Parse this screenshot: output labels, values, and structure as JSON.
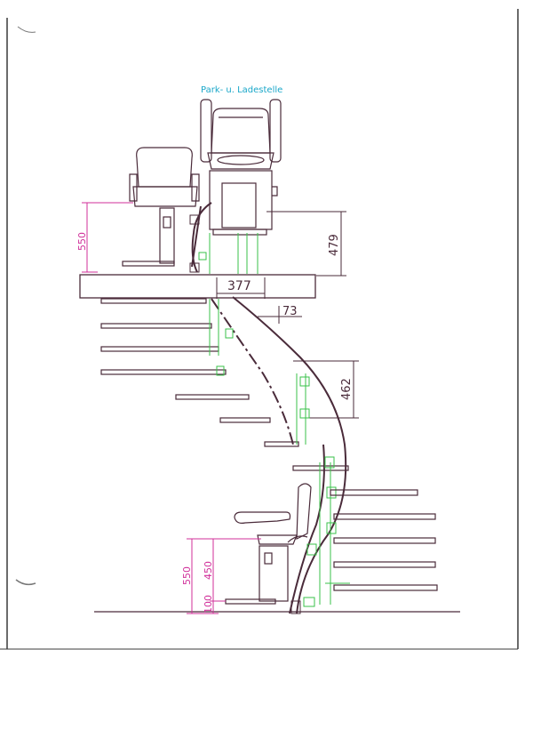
{
  "drawing": {
    "park_label": "Park- u. Ladestelle",
    "dimensions": {
      "upper_seat_height": "550",
      "platform_height": "479",
      "rail_width": "377",
      "rail_offset": "73",
      "step_height": "462",
      "lower_seat_height": "550",
      "lower_seat_inner": "450",
      "footrest_height": "100"
    }
  },
  "colors": {
    "outline": "#4a2b3a",
    "magenta": "#d02f9a",
    "cyan": "#1aa7c9",
    "green": "#39c24a",
    "page_border": "#3a3a3a"
  }
}
